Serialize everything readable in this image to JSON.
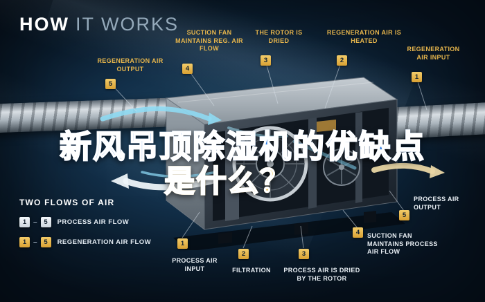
{
  "header": {
    "title_bold": "HOW",
    "title_light": "IT WORKS"
  },
  "overlay": {
    "line1": "新风吊顶除湿机的优缺点",
    "line2": "是什么？"
  },
  "callouts": {
    "regen": [
      {
        "num": "5",
        "label": "REGENERATION AIR OUTPUT"
      },
      {
        "num": "4",
        "label": "SUCTION FAN MAINTAINS REG. AIR FLOW"
      },
      {
        "num": "3",
        "label": "THE ROTOR IS DRIED"
      },
      {
        "num": "2",
        "label": "REGENERATION AIR IS HEATED"
      },
      {
        "num": "1",
        "label": "REGENERATION AIR INPUT"
      }
    ],
    "process": [
      {
        "num": "1",
        "label": "PROCESS AIR INPUT"
      },
      {
        "num": "2",
        "label": "FILTRATION"
      },
      {
        "num": "3",
        "label": "PROCESS AIR IS DRIED BY THE ROTOR"
      },
      {
        "num": "4",
        "label": "SUCTION FAN MAINTAINS PROCESS AIR FLOW"
      },
      {
        "num": "5",
        "label": "PROCESS AIR OUTPUT"
      }
    ]
  },
  "legend": {
    "title": "TWO FLOWS OF AIR",
    "dash": "–",
    "rows": [
      {
        "from": "1",
        "to": "5",
        "label": "PROCESS AIR FLOW"
      },
      {
        "from": "1",
        "to": "5",
        "label": "REGENERATION AIR FLOW"
      }
    ]
  },
  "colors": {
    "background": "#0a1c2d",
    "accent_gold": "#e0ab39",
    "process_box": "#e9eff4",
    "headline_blue": "#2e7de0",
    "headline_yellow": "#efbb36",
    "airflow_cyan": "#8ed9f2"
  }
}
